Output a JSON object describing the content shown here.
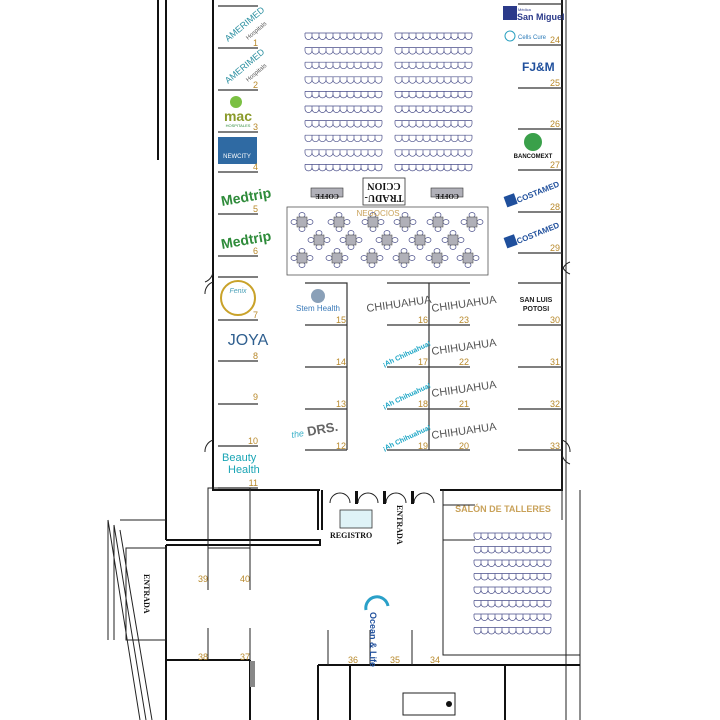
{
  "title": "Floor plan",
  "labels": {
    "negocios": "NEGOCIOS",
    "coffee": "COFFE",
    "traduccion_1": "TRADU-",
    "traduccion_2": "CCION",
    "registro": "REGISTRO",
    "entrada": "ENTRADA",
    "salon": "SALÓN DE TALLERES",
    "chihuahua": "CHIHUAHUA",
    "san_luis_1": "SAN LUIS",
    "san_luis_2": "POTOSI"
  },
  "exhibitors": {
    "amerimed": "AMERIMED",
    "amerimed_sub": "Hospitals",
    "mac": "mac",
    "mac_sub": "HOSPITALES",
    "newcity": "NEWCITY",
    "medtrip": "Medtrip",
    "fenix": "Fenix",
    "joya": "JOYA",
    "beauty_1": "Beauty",
    "beauty_2": "Health",
    "stemhealth": "Stem Health",
    "thedrs_1": "the",
    "thedrs_2": "DRS.",
    "ah_chihuahua": "¡Ah Chihuahua!",
    "san_miguel": "San Miguel",
    "san_miguel_pre": "Médica",
    "cells": "Cells Cure",
    "fjm": "FJ&M",
    "bancomext": "BANCOMEXT",
    "costamed": "COSTAMED",
    "ocean_1": "Ocean",
    "ocean_2": "& Life"
  },
  "booths": [
    "1",
    "2",
    "3",
    "4",
    "5",
    "6",
    "7",
    "8",
    "9",
    "10",
    "11",
    "12",
    "13",
    "14",
    "15",
    "16",
    "17",
    "18",
    "19",
    "20",
    "21",
    "22",
    "23",
    "24",
    "25",
    "26",
    "27",
    "28",
    "29",
    "30",
    "31",
    "32",
    "33",
    "34",
    "35",
    "36",
    "37",
    "38",
    "39",
    "40"
  ],
  "colors": {
    "wall": "#111111",
    "number": "#b8892b",
    "seat": "#4a4f8a",
    "table": "#b0b0b8",
    "teal": "#2a8fa0",
    "green": "#2e8b3a",
    "blue": "#1f4f9c"
  }
}
